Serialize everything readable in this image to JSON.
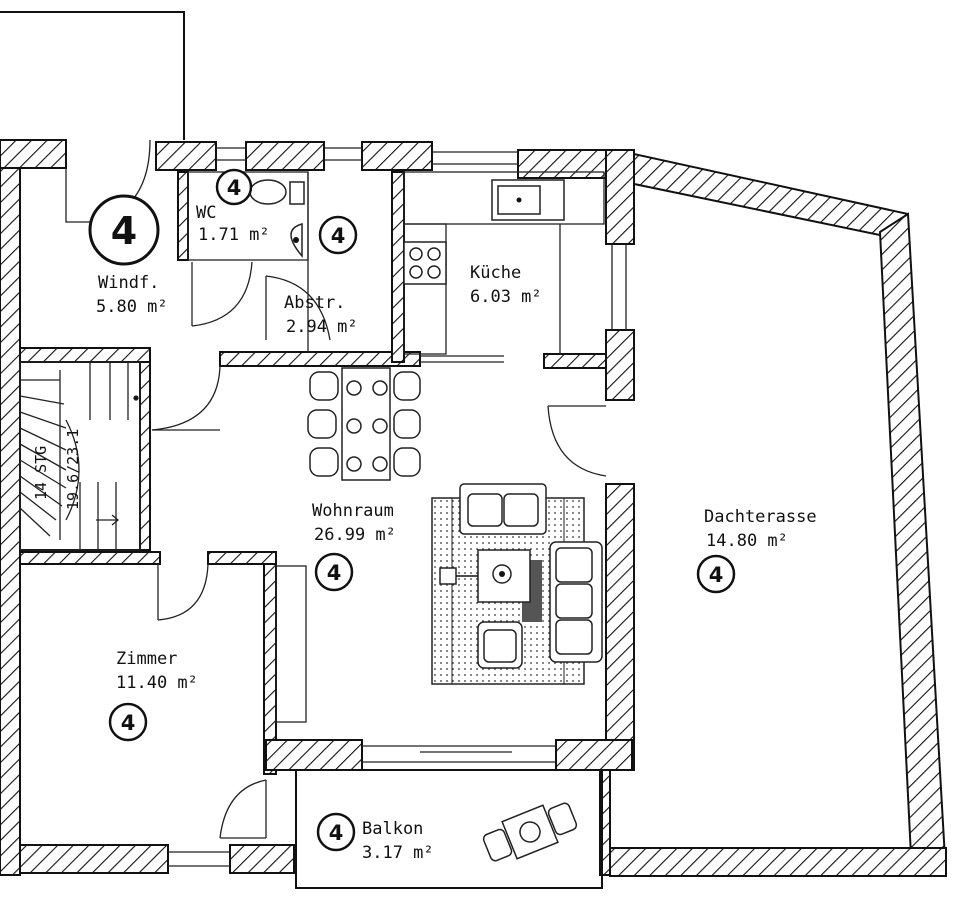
{
  "rooms": {
    "windfang": {
      "name": "Windf.",
      "area": "5.80 m²"
    },
    "wc": {
      "name": "WC",
      "area": "1.71 m²"
    },
    "abstellraum": {
      "name": "Abstr.",
      "area": "2.94 m²"
    },
    "kueche": {
      "name": "Küche",
      "area": "6.03 m²"
    },
    "wohnraum": {
      "name": "Wohnraum",
      "area": "26.99 m²"
    },
    "zimmer": {
      "name": "Zimmer",
      "area": "11.40 m²"
    },
    "balkon": {
      "name": "Balkon",
      "area": "3.17 m²"
    },
    "dachterrasse": {
      "name": "Dachterasse",
      "area": "14.80 m²"
    }
  },
  "stair": {
    "steps_label": "14 STG",
    "ratio_label": "19.6/23.1"
  },
  "marker_label": "4",
  "colors": {
    "wall_line": "#111111",
    "background": "#ffffff"
  }
}
